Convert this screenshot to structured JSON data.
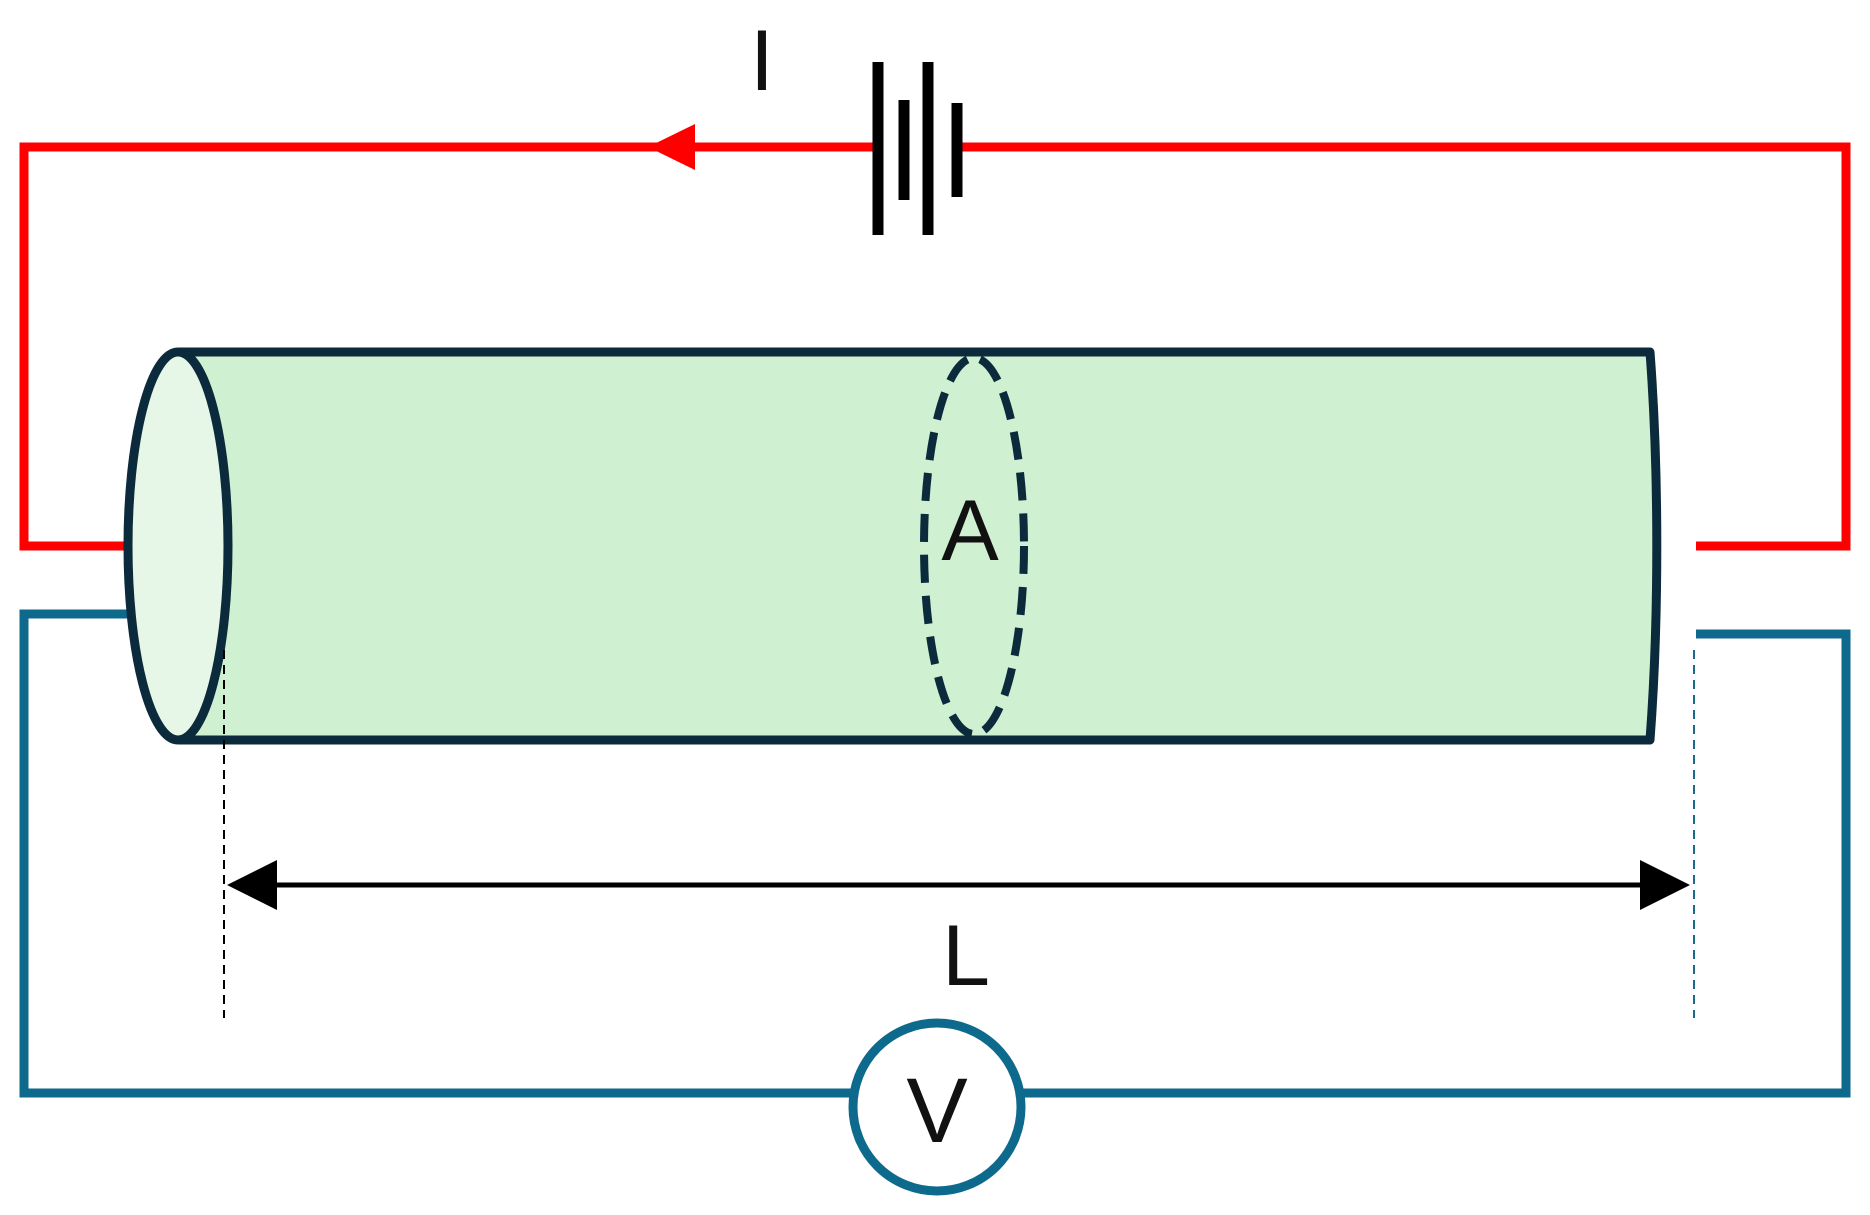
{
  "labels": {
    "current": "I",
    "area": "A",
    "length": "L",
    "voltmeter": "V"
  },
  "colors": {
    "current_wire": "#ff0000",
    "voltage_wire": "#0e6a8c",
    "conductor_fill": "#cff0d1",
    "conductor_end_fill": "#e6f6e7",
    "conductor_outline": "#0b2a3b",
    "battery": "#000000",
    "dimension": "#000000"
  },
  "icons": {
    "battery": "battery-icon",
    "voltmeter": "voltmeter-icon",
    "current_arrow": "arrow-left-icon"
  }
}
